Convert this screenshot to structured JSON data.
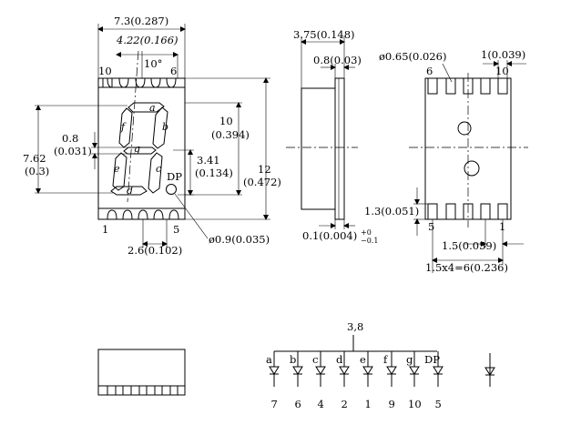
{
  "front_view": {
    "dim_width": "7.3(0.287)",
    "dim_offset": "4.22(0.166)",
    "dim_angle": "10°",
    "dim_height": "10",
    "dim_height_in": "(0.394)",
    "dim_total_height": "12",
    "dim_total_height_in": "(0.472)",
    "dim_row_spacing": "7.62",
    "dim_row_spacing_in": "(0.3)",
    "dim_segment_width": "0.8",
    "dim_segment_width_in": "(0.031)",
    "dim_half_height": "3.41",
    "dim_half_height_in": "(0.134)",
    "dim_pin_pitch": "2.6(0.102)",
    "dim_dp_diameter": "ø0.9(0.035)",
    "pin_top_left": "10",
    "pin_top_right": "6",
    "pin_bottom_left": "1",
    "pin_bottom_right": "5",
    "segments": {
      "a": "a",
      "b": "b",
      "c": "c",
      "d": "d",
      "e": "e",
      "f": "f",
      "g": "g"
    },
    "dp_label": "DP"
  },
  "side_view": {
    "dim_depth": "3.75(0.148)",
    "dim_lens": "0.8(0.03)",
    "dim_pin_thickness": "0.1(0.004)",
    "dim_tol_plus": "+0",
    "dim_tol_minus": "−0.1"
  },
  "back_view": {
    "dim_pin_hole": "ø0.65(0.026)",
    "dim_pin_width": "1(0.039)",
    "dim_pin_length": "1.3(0.051)",
    "dim_pitch": "1.5(0.059)",
    "dim_span": "1.5x4=6(0.236)",
    "pin_top_left": "6",
    "pin_top_right": "10",
    "pin_bottom_left": "5",
    "pin_bottom_right": "1"
  },
  "circuit": {
    "common_label": "3,8",
    "segments": [
      {
        "label": "a",
        "pin": "7"
      },
      {
        "label": "b",
        "pin": "6"
      },
      {
        "label": "c",
        "pin": "4"
      },
      {
        "label": "d",
        "pin": "2"
      },
      {
        "label": "e",
        "pin": "1"
      },
      {
        "label": "f",
        "pin": "9"
      },
      {
        "label": "g",
        "pin": "10"
      },
      {
        "label": "DP",
        "pin": "5"
      }
    ]
  }
}
